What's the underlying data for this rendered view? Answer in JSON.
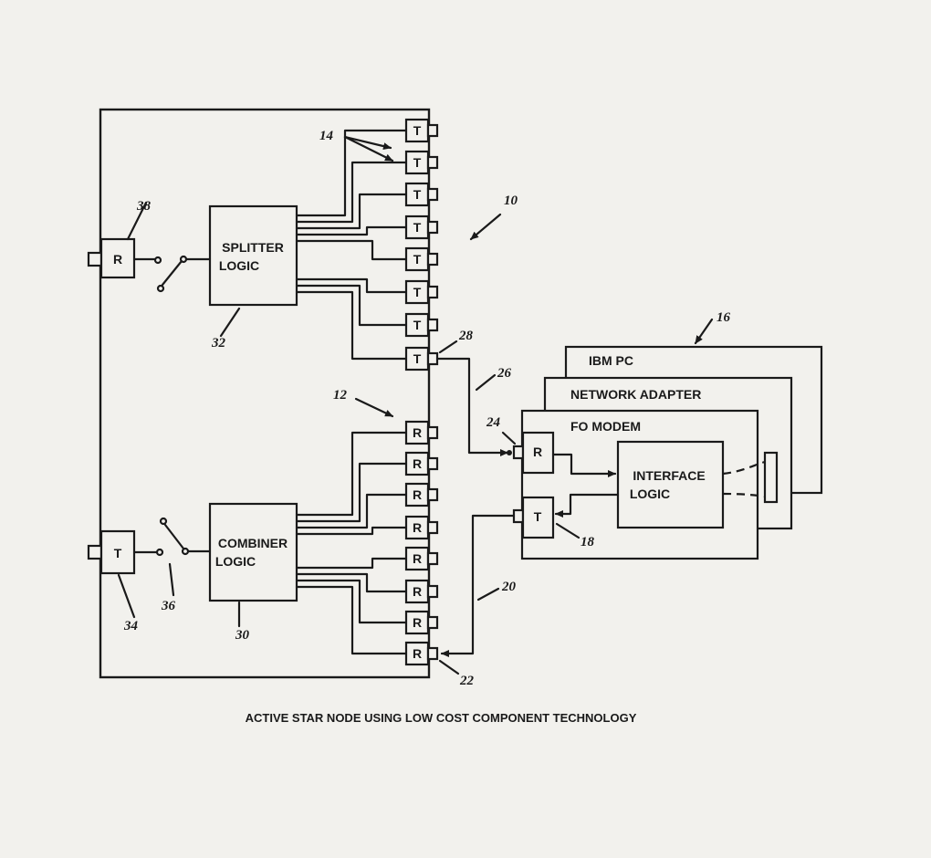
{
  "caption": "ACTIVE STAR NODE USING LOW COST COMPONENT TECHNOLOGY",
  "port_labels": {
    "transmitter": "T",
    "receiver": "R"
  },
  "blocks": {
    "splitter_line1": "SPLITTER",
    "splitter_line2": "LOGIC",
    "combiner_line1": "COMBINER",
    "combiner_line2": "LOGIC",
    "ibm_pc": "IBM PC",
    "network_adapter": "NETWORK ADAPTER",
    "fo_modem": "FO MODEM",
    "interface_line1": "INTERFACE",
    "interface_line2": "LOGIC",
    "node_receiver": "R",
    "node_transmitter": "T",
    "modem_receiver": "R",
    "modem_transmitter": "T"
  },
  "reference_numerals": {
    "n10": "10",
    "n12": "12",
    "n14": "14",
    "n16": "16",
    "n18": "18",
    "n20": "20",
    "n22": "22",
    "n24": "24",
    "n26": "26",
    "n28": "28",
    "n30": "30",
    "n32": "32",
    "n34": "34",
    "n36": "36",
    "n38": "38"
  }
}
